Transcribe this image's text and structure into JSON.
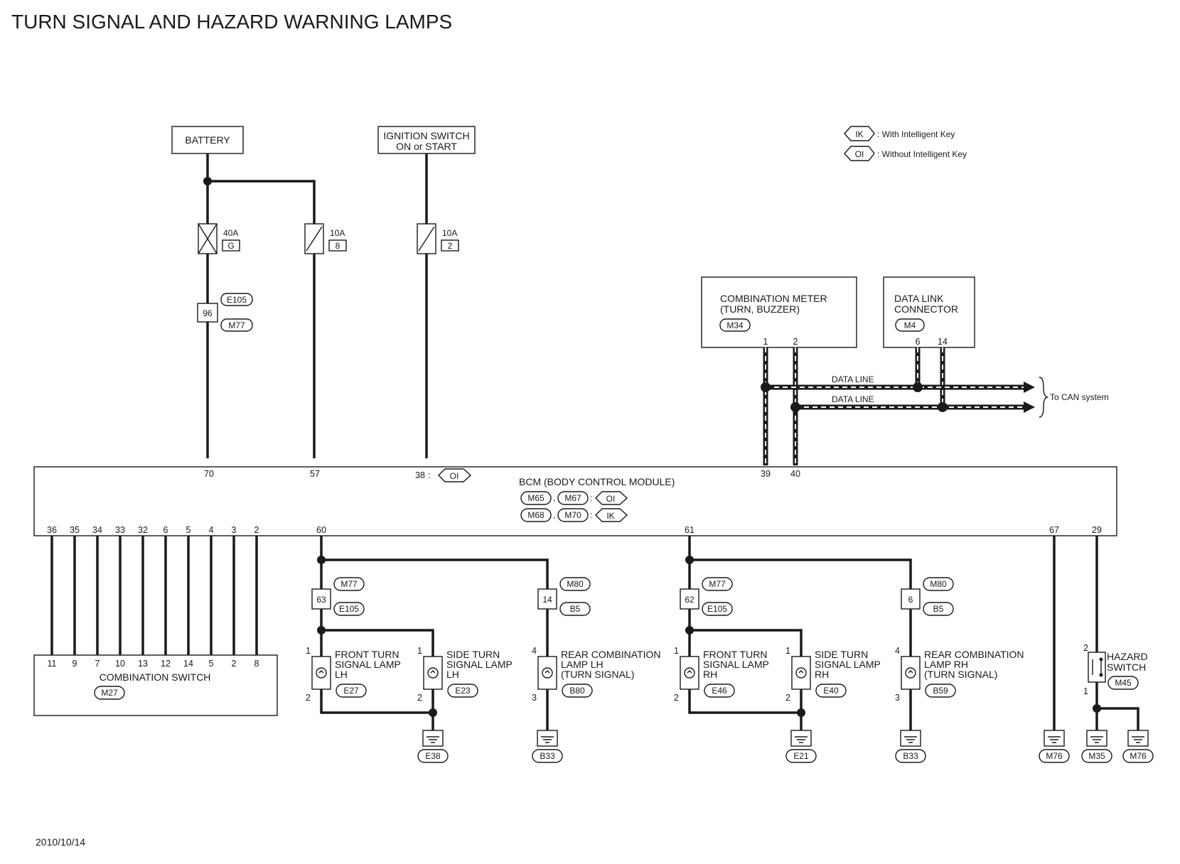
{
  "title": "TURN SIGNAL AND HAZARD WARNING LAMPS",
  "date": "2010/10/14",
  "legend": [
    {
      "code": "IK",
      "text": ": With Intelligent Key"
    },
    {
      "code": "OI",
      "text": ": Without Intelligent Key"
    }
  ],
  "battery": {
    "label": "BATTERY"
  },
  "ignition": {
    "line1": "IGNITION SWITCH",
    "line2": "ON or START"
  },
  "fuses": [
    {
      "rating": "40A",
      "id": "G"
    },
    {
      "rating": "10A",
      "id": "8"
    },
    {
      "rating": "10A",
      "id": "2"
    }
  ],
  "upper_joint": {
    "pin": "96",
    "conn_top": "E105",
    "conn_bottom": "M77"
  },
  "meter": {
    "line1": "COMBINATION METER",
    "line2": "(TURN, BUZZER)",
    "conn": "M34",
    "pins": [
      "1",
      "2"
    ]
  },
  "dlc": {
    "line1": "DATA LINK",
    "line2": "CONNECTOR",
    "conn": "M4",
    "pins": [
      "6",
      "14"
    ]
  },
  "data_line_1": "DATA LINE",
  "data_line_2": "DATA LINE",
  "to_can": "To CAN system",
  "bcm": {
    "name": "BCM (BODY CONTROL MODULE)",
    "conn_m65": "M65",
    "conn_m67": "M67",
    "conn_m68": "M68",
    "conn_m70": "M70",
    "variant_oi": "OI",
    "variant_ik": "IK",
    "top_pins": {
      "p70": "70",
      "p57": "57",
      "p38": "38",
      "p39": "39",
      "p40": "40"
    },
    "bottom_pins": [
      "36",
      "35",
      "34",
      "33",
      "32",
      "6",
      "5",
      "4",
      "3",
      "2"
    ],
    "pin60": "60",
    "pin61": "61",
    "pin67": "67",
    "pin29": "29"
  },
  "combo_switch": {
    "name": "COMBINATION SWITCH",
    "conn": "M27",
    "pins": [
      "11",
      "9",
      "7",
      "10",
      "13",
      "12",
      "14",
      "5",
      "2",
      "8"
    ]
  },
  "joints": {
    "lh_front": {
      "pin": "63",
      "top": "M77",
      "bottom": "E105"
    },
    "lh_rear": {
      "pin": "14",
      "top": "M80",
      "bottom": "B5"
    },
    "rh_front": {
      "pin": "62",
      "top": "M77",
      "bottom": "E105"
    },
    "rh_rear": {
      "pin": "6",
      "top": "M80",
      "bottom": "B5"
    }
  },
  "lamps": [
    {
      "l1": "FRONT TURN",
      "l2": "SIGNAL LAMP",
      "l3": "LH",
      "conn": "E27",
      "p_top": "1",
      "p_bot": "2"
    },
    {
      "l1": "SIDE TURN",
      "l2": "SIGNAL LAMP",
      "l3": "LH",
      "conn": "E23",
      "p_top": "1",
      "p_bot": "2"
    },
    {
      "l1": "REAR COMBINATION",
      "l2": "LAMP LH",
      "l3": "(TURN SIGNAL)",
      "conn": "B80",
      "p_top": "4",
      "p_bot": "3"
    },
    {
      "l1": "FRONT TURN",
      "l2": "SIGNAL LAMP",
      "l3": "RH",
      "conn": "E46",
      "p_top": "1",
      "p_bot": "2"
    },
    {
      "l1": "SIDE TURN",
      "l2": "SIGNAL LAMP",
      "l3": "RH",
      "conn": "E40",
      "p_top": "1",
      "p_bot": "2"
    },
    {
      "l1": "REAR COMBINATION",
      "l2": "LAMP RH",
      "l3": "(TURN SIGNAL)",
      "conn": "B59",
      "p_top": "4",
      "p_bot": "3"
    }
  ],
  "hazard": {
    "l1": "HAZARD",
    "l2": "SWITCH",
    "conn": "M45",
    "p_top": "2",
    "p_bot": "1"
  },
  "grounds": [
    "E38",
    "B33",
    "E21",
    "B33",
    "M76",
    "M35",
    "M76"
  ]
}
